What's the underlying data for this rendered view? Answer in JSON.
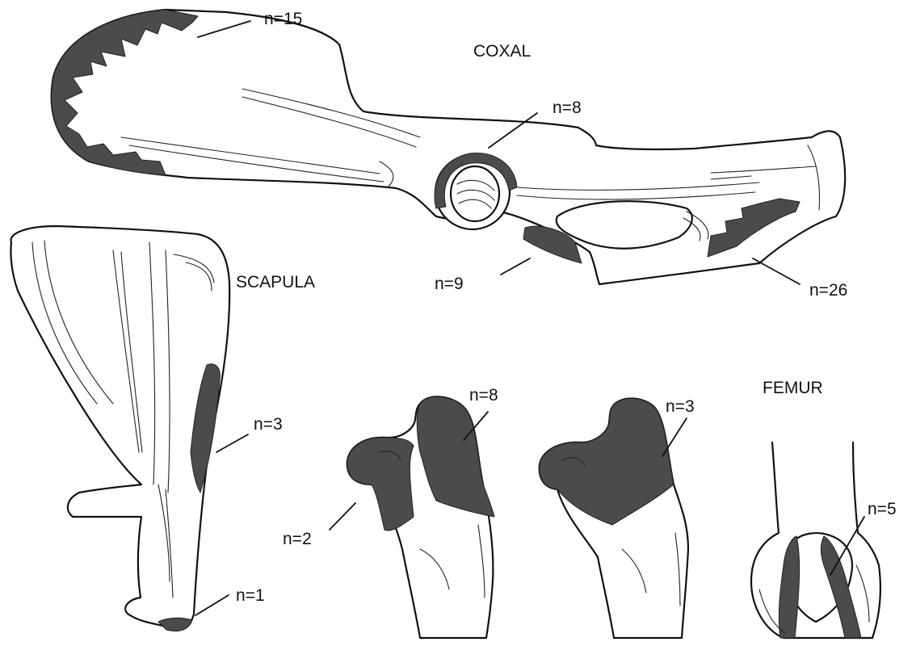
{
  "titles": {
    "coxal": "COXAL",
    "scapula": "SCAPULA",
    "femur": "FEMUR"
  },
  "counts": {
    "coxal_iliac_crest": "n=15",
    "coxal_acetabulum": "n=8",
    "coxal_pubis": "n=9",
    "coxal_ischium": "n=26",
    "scapula_border": "n=3",
    "scapula_glenoid": "n=1",
    "femur_head_neck": "n=2",
    "femur_trochanter": "n=8",
    "femur_head_region": "n=3",
    "femur_condyles": "n=5"
  },
  "colors": {
    "shading": "#4b4b4b",
    "outline": "#111111"
  }
}
